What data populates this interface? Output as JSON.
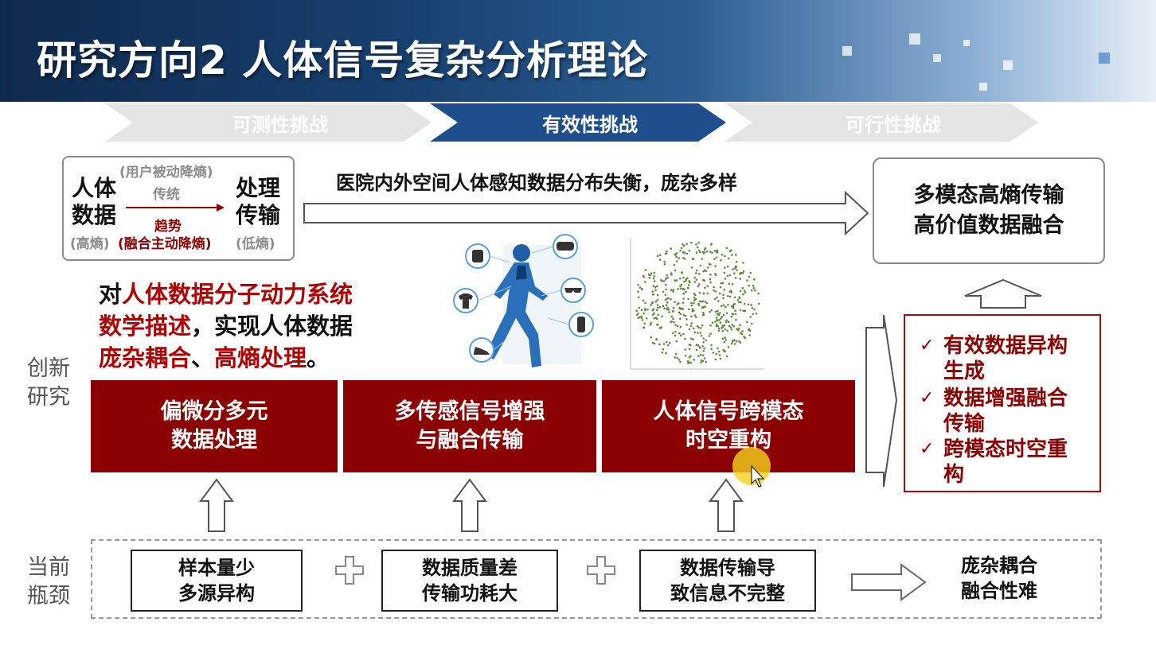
{
  "slide": {
    "title": "研究方向2 人体信号复杂分析理论",
    "challenges": [
      {
        "label": "可测性挑战",
        "active": false
      },
      {
        "label": "有效性挑战",
        "active": true
      },
      {
        "label": "可行性挑战",
        "active": false
      }
    ],
    "entropy_box": {
      "left_top": "人体",
      "left_bottom": "数据",
      "left_note": "(高熵)",
      "right_top": "处理",
      "right_bottom": "传输",
      "right_note": "(低熵)",
      "upper_note": "(用户被动降熵)",
      "traditional": "传统",
      "trend": "趋势",
      "lower_note": "(融合主动降熵)"
    },
    "hospital_text": "医院内外空间人体感知数据分布失衡，庞杂多样",
    "target": {
      "line1": "多模态高熵传输",
      "line2": "高价值数据融合"
    },
    "goal": {
      "p1": "对",
      "p2": "人体数据分子动力系统",
      "p3": "数学描述",
      "p4": "，实现人体数据",
      "p5": "庞杂耦合",
      "p6": "、",
      "p7": "高熵处理",
      "p8": "。"
    },
    "side_labels": {
      "innovation_1": "创新",
      "innovation_2": "研究",
      "bottleneck_1": "当前",
      "bottleneck_2": "瓶颈"
    },
    "research_boxes": [
      {
        "line1": "偏微分多元",
        "line2": "数据处理"
      },
      {
        "line1": "多传感信号增强",
        "line2": "与融合传输"
      },
      {
        "line1": "人体信号跨模态",
        "line2": "时空重构"
      }
    ],
    "results": [
      {
        "tick": "✓",
        "text": "有效数据异构生成"
      },
      {
        "tick": "✓",
        "text": "数据增强融合传输"
      },
      {
        "tick": "✓",
        "text": "跨模态时空重构"
      }
    ],
    "bottlenecks": [
      {
        "line1": "样本量少",
        "line2": "多源异构"
      },
      {
        "line1": "数据质量差",
        "line2": "传输功耗大"
      },
      {
        "line1": "数据传输导",
        "line2": "致信息不完整"
      }
    ],
    "bottleneck_result": {
      "line1": "庞杂耦合",
      "line2": "融合性难"
    },
    "colors": {
      "dark_red": "#8b0000",
      "accent_red": "#b00000",
      "navy": "#1f4e8c",
      "gray_chevron": "#e4e4e4"
    },
    "icons": [
      "earbud-icon",
      "vr-headset-icon",
      "tshirt-icon",
      "glasses-icon",
      "smartwatch-icon",
      "shoe-icon",
      "runner-figure",
      "scatter-plot-figure"
    ]
  }
}
